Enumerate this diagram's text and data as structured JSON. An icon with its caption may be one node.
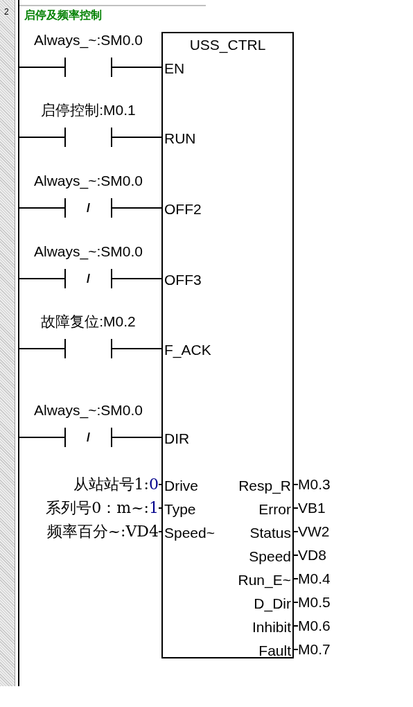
{
  "diagram": {
    "title": "启停及频率控制",
    "nodes": [
      {
        "text": [],
        "shape": "bar"
      },
      {
        "text": [
          "USS_CTRL"
        ]
      },
      {
        "text": [],
        "shape": "contact",
        "beside": [
          "Always_~:SM0.0"
        ]
      },
      {
        "text": [],
        "shape": "contact",
        "beside": [
          "启停控制:M0.1"
        ]
      },
      {
        "text": [
          "/"
        ],
        "beside": [
          "Always_~:SM0.0"
        ]
      },
      {
        "text": [
          "/"
        ],
        "beside": [
          "Always_~:SM0.0"
        ]
      },
      {
        "text": [],
        "shape": "contact",
        "beside": [
          "故障复位:M0.2"
        ]
      },
      {
        "text": [
          "/"
        ],
        "beside": [
          "Always_~:SM0.0"
        ]
      },
      {
        "text": [
          "EN"
        ],
        "in": 1
      },
      {
        "text": [
          "RUN"
        ],
        "in": 1
      },
      {
        "text": [
          "OFF2"
        ],
        "in": 1
      },
      {
        "text": [
          "OFF3"
        ],
        "in": 1
      },
      {
        "text": [
          "F_ACK"
        ],
        "in": 1
      },
      {
        "text": [
          "DIR"
        ],
        "in": 1
      },
      {
        "text": [
          "Drive"
        ],
        "in": 1
      },
      {
        "text": [
          "Type"
        ],
        "in": 1
      },
      {
        "text": [
          "Speed~"
        ],
        "in": 1
      },
      {
        "text": [
          "从站站号1:0"
        ]
      },
      {
        "text": [
          "系列号0：m~:1"
        ]
      },
      {
        "text": [
          "频率百分~:VD4"
        ]
      },
      {
        "text": [
          "Resp_R"
        ],
        "in": 1
      },
      {
        "text": [
          "Error"
        ],
        "in": 1
      },
      {
        "text": [
          "Status"
        ],
        "in": 1
      },
      {
        "text": [
          "Speed"
        ],
        "in": 1
      },
      {
        "text": [
          "Run_E~"
        ],
        "in": 1
      },
      {
        "text": [
          "D_Dir"
        ],
        "in": 1
      },
      {
        "text": [
          "Inhibit"
        ],
        "in": 1
      },
      {
        "text": [
          "Fault"
        ],
        "in": 1
      },
      {
        "text": [
          "M0.3"
        ]
      },
      {
        "text": [
          "VB1"
        ]
      },
      {
        "text": [
          "VW2"
        ]
      },
      {
        "text": [
          "VD8"
        ]
      },
      {
        "text": [
          "M0.4"
        ]
      },
      {
        "text": [
          "M0.5"
        ]
      },
      {
        "text": [
          "M0.6"
        ]
      },
      {
        "text": [
          "M0.7"
        ]
      }
    ],
    "edges": [
      {
        "from": 0,
        "to": 2,
        "arrow": "none"
      },
      {
        "from": 0,
        "to": 3,
        "arrow": "none"
      },
      {
        "from": 0,
        "to": 4,
        "arrow": "none"
      },
      {
        "from": 0,
        "to": 5,
        "arrow": "none"
      },
      {
        "from": 0,
        "to": 6,
        "arrow": "none"
      },
      {
        "from": 0,
        "to": 7,
        "arrow": "none"
      },
      {
        "from": 2,
        "to": 8,
        "arrow": "none"
      },
      {
        "from": 3,
        "to": 9,
        "arrow": "none"
      },
      {
        "from": 4,
        "to": 10,
        "arrow": "none"
      },
      {
        "from": 5,
        "to": 11,
        "arrow": "none"
      },
      {
        "from": 6,
        "to": 12,
        "arrow": "none"
      },
      {
        "from": 7,
        "to": 13,
        "arrow": "none"
      },
      {
        "from": 17,
        "to": 14,
        "arrow": "none"
      },
      {
        "from": 18,
        "to": 15,
        "arrow": "none"
      },
      {
        "from": 19,
        "to": 16,
        "arrow": "none"
      },
      {
        "from": 20,
        "to": 28,
        "arrow": "none"
      },
      {
        "from": 21,
        "to": 29,
        "arrow": "none"
      },
      {
        "from": 22,
        "to": 30,
        "arrow": "none"
      },
      {
        "from": 23,
        "to": 31,
        "arrow": "none"
      },
      {
        "from": 24,
        "to": 32,
        "arrow": "none"
      },
      {
        "from": 25,
        "to": 33,
        "arrow": "none"
      },
      {
        "from": 26,
        "to": 34,
        "arrow": "none"
      },
      {
        "from": 27,
        "to": 35,
        "arrow": "none"
      }
    ],
    "labels": [
      "2"
    ]
  }
}
